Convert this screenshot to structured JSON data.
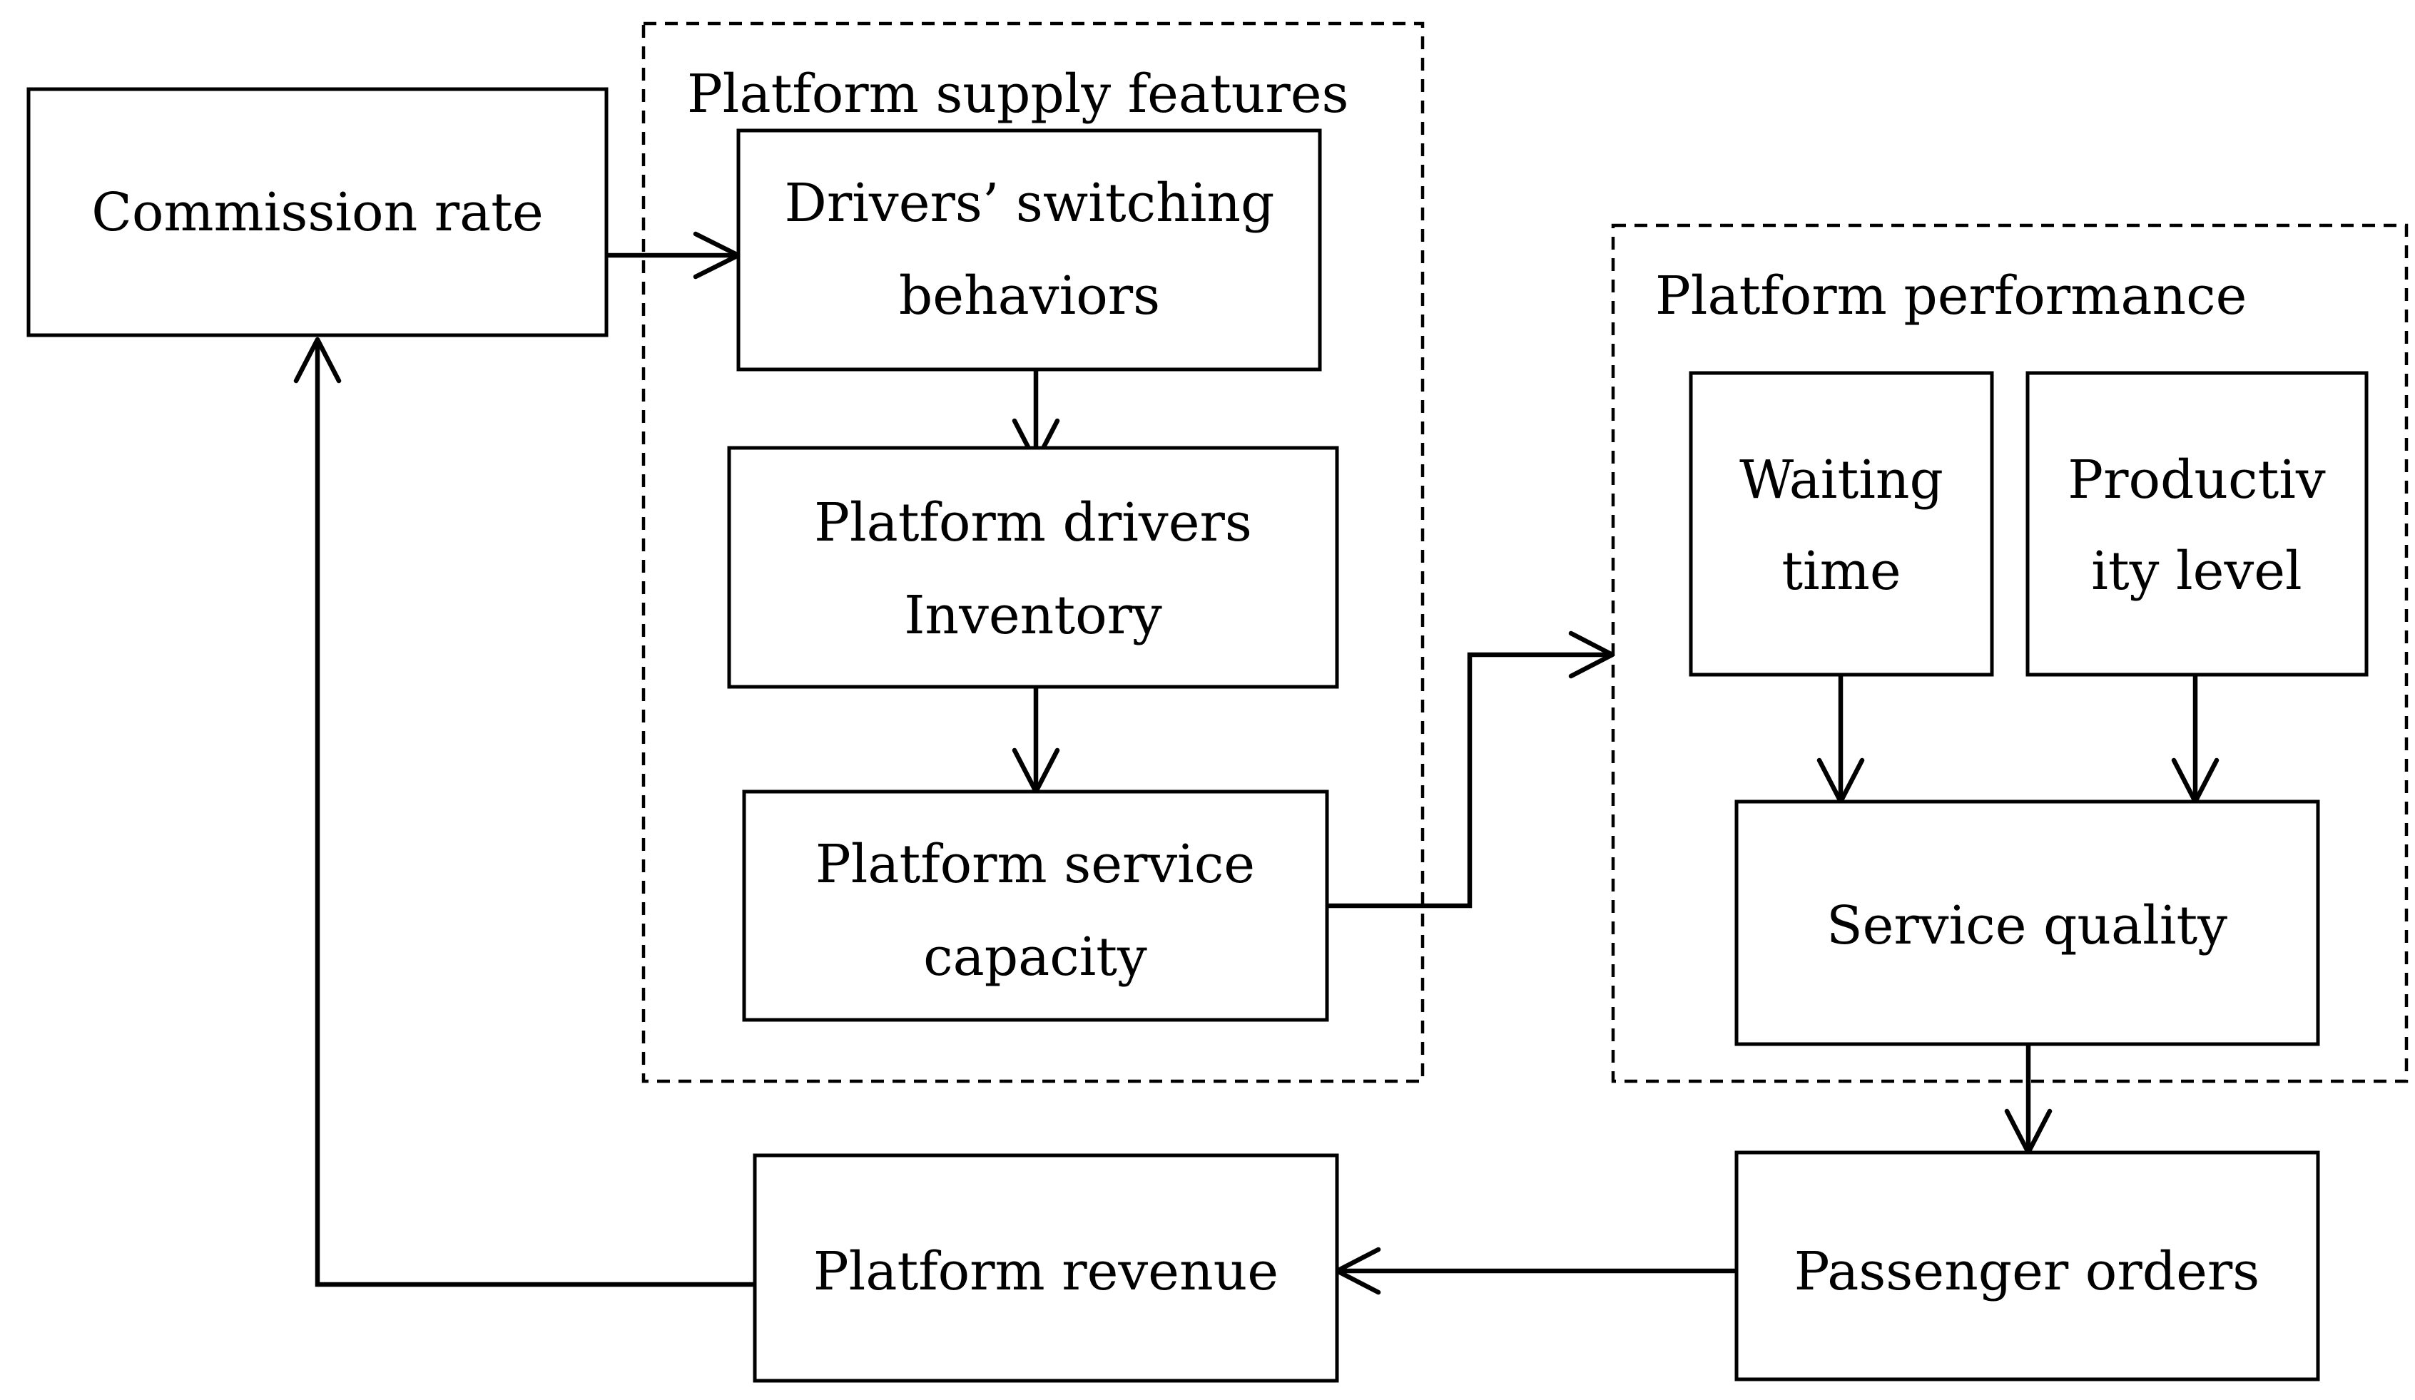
{
  "groups": {
    "supply": "Platform supply features",
    "performance": "Platform performance"
  },
  "nodes": {
    "commission_rate": [
      "Commission rate"
    ],
    "drivers_switching": [
      "Drivers’ switching",
      "behaviors"
    ],
    "drivers_inventory": [
      "Platform drivers",
      "Inventory"
    ],
    "service_capacity": [
      "Platform service",
      "capacity"
    ],
    "waiting_time": [
      "Waiting",
      "time"
    ],
    "productivity_level": [
      "Productiv",
      "ity level"
    ],
    "service_quality": [
      "Service quality"
    ],
    "passenger_orders": [
      "Passenger orders"
    ],
    "platform_revenue": [
      "Platform revenue"
    ]
  },
  "edges": [
    [
      "commission_rate",
      "drivers_switching"
    ],
    [
      "drivers_switching",
      "drivers_inventory"
    ],
    [
      "drivers_inventory",
      "service_capacity"
    ],
    [
      "service_capacity",
      "platform_performance"
    ],
    [
      "waiting_time",
      "service_quality"
    ],
    [
      "productivity_level",
      "service_quality"
    ],
    [
      "service_quality",
      "passenger_orders"
    ],
    [
      "passenger_orders",
      "platform_revenue"
    ],
    [
      "platform_revenue",
      "commission_rate"
    ]
  ]
}
